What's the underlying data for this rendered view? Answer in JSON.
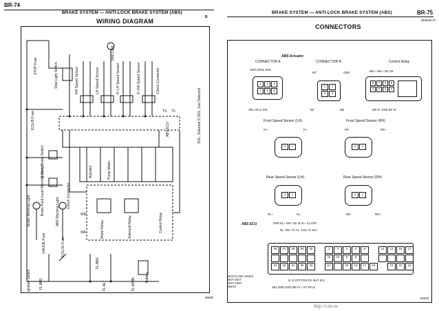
{
  "left_page": {
    "page_number": "BR-74",
    "header": "BRAKE SYSTEM — ANTI-LOCK BRAKE SYSTEM (ABS)",
    "title": "WIRING DIAGRAM",
    "right_edge_mark": "B",
    "footer_code": "E6683"
  },
  "right_page": {
    "page_number": "BR-75",
    "header": "BRAKE SYSTEM — ANTI-LOCK BRAKE SYSTEM (ABS)",
    "title": "CONNECTORS",
    "code_top": "BR6008 ##",
    "footer_code": "E2843"
  },
  "wiring_labels": {
    "stop_fuse": "STOP Fuse",
    "stop_light_switch": "Stop Light Switch",
    "stop_light": "Stop Light",
    "ecu_b_fuse": "ECU-B Fuse",
    "parking_brake_switch": "Parking Brake Switch",
    "brake_fluid_level_warning_switch": "Brake Fluid Level Warning Switch",
    "brake_warning_light": "Brake Warning Light",
    "abs_warning_light": "ABS Warning Light",
    "check_connector": "Check Connector",
    "gauge_fuse": "GAUGE Fuse",
    "ecu_ig_fuse": "ECU-IG Fuse",
    "ignition_switch": "Ignition Switch",
    "fl_am1": "FL AM1",
    "fl_abs": "FL ABS",
    "fl_alt": "FL ALT",
    "fl_main": "FL MAIN",
    "battery": "Battery",
    "abs_ecu": "ABS ECU",
    "rh_speed_sensor": "RH Speed Sensor",
    "lh_speed_sensor": "LH Speed Sensor",
    "fr_lh_speed_sensor": "Fr LH Speed Sensor",
    "fr_rh_speed_sensor": "Fr RH Speed Sensor",
    "check_connector_2": "Check Connector",
    "solenoid_legend": "SOL: Solenoid  S SOL: Sub Solenoid",
    "actuator": "Actuator",
    "pump_motor": "Pump Motor",
    "control_relay": "Control Relay",
    "solenoid_relay": "Solenoid Relay",
    "motor_relay": "Motor Relay",
    "wb": "WB",
    "wa": "WA",
    "ts": "TS",
    "tc": "TC"
  },
  "connectors": {
    "abs_actuator": "ABS Actuator",
    "connector_a": "CONNECTOR A",
    "connector_b": "CONNECTOR B",
    "control_relay": "Control Relay",
    "a_top_pins": "SRR  SFRS  SFR",
    "a_bottom_pins": "SRL   SFLS   SFL",
    "b_mt": "MT",
    "b_gnd": "GND",
    "b_bs": "BS",
    "b_bm": "BM",
    "cr_top": "BM + BM      + BS SR",
    "cr_bottom": "MR R-   GND BS  W",
    "front_lh": "Front Speed Sensor (LH)",
    "front_rh": "Front Speed Sensor (RH)",
    "fl_plus": "FL+",
    "fl_minus": "FL-",
    "fr_minus": "FR-",
    "fr_plus": "FR+",
    "rear_lh": "Rear Speed Sensor (LH)",
    "rear_rh": "Rear Speed Sensor (RH)",
    "rl_plus": "RL+",
    "rl_minus": "RL-",
    "rr_minus": "RR-",
    "rr_plus": "RR+",
    "abs_ecu": "ABS ECU",
    "ecu_top1": "SRR   RL+    RR+         SR      W     FL+          IG      SFR",
    "ecu_top2": "RL-       RR-               TC      FL-      FSS        TS       SFL",
    "ecu_bot1": "R-          D    STP   FRS              FR-          BAT        SFL",
    "ecu_bot2": "SRL    BND   GND          MR          FL+     NT            SFLS",
    "ecu_note": "MOC/CASE ANSES\nMOT MOT\nNOO NOO\nNMAS",
    "ecu_row1": [
      "26",
      "27",
      "28",
      "29",
      "30",
      "",
      "1",
      "2",
      "3",
      "4",
      "5",
      "",
      "14",
      "15",
      "16",
      "17"
    ],
    "ecu_row2": [
      "",
      "",
      "",
      "",
      "",
      "",
      "11",
      "10",
      "9",
      "8",
      "",
      "",
      "",
      "",
      "",
      ""
    ],
    "ecu_row3": [
      "34",
      "32",
      "31",
      "30",
      "33",
      "",
      "21",
      "",
      "30",
      "16",
      "17",
      "18",
      "",
      "19",
      "22",
      "24"
    ],
    "pin_nums_a": [
      "2",
      "3",
      "4",
      "1",
      "5",
      "6"
    ],
    "pin_nums_b": [
      "2",
      "1",
      "4",
      "3"
    ],
    "pin_nums_cr1": [
      "8",
      "7",
      "6",
      "5"
    ],
    "pin_nums_cr2": [
      "4",
      "3",
      "2",
      "1"
    ],
    "pin_sensor": [
      "2",
      "1"
    ]
  },
  "watermark": "http://cnx.su"
}
